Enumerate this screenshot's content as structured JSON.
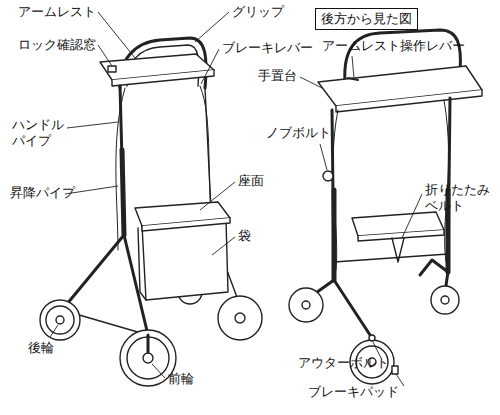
{
  "diagram": {
    "nodes": [
      {
        "text": [
          "後方から見た図"
        ]
      }
    ],
    "edges": [],
    "labels": [
      "アームレスト",
      "グリップ",
      "ロック確認窓",
      "ブレーキレバー",
      "ハンドルパイプ",
      "昇降パイプ",
      "座面",
      "袋",
      "後輪",
      "前輪",
      "アームレスト操作レバー",
      "手置台",
      "ノブボルト",
      "折りたたみベルト",
      "アウターボルト",
      "ブレーキパッド"
    ]
  }
}
